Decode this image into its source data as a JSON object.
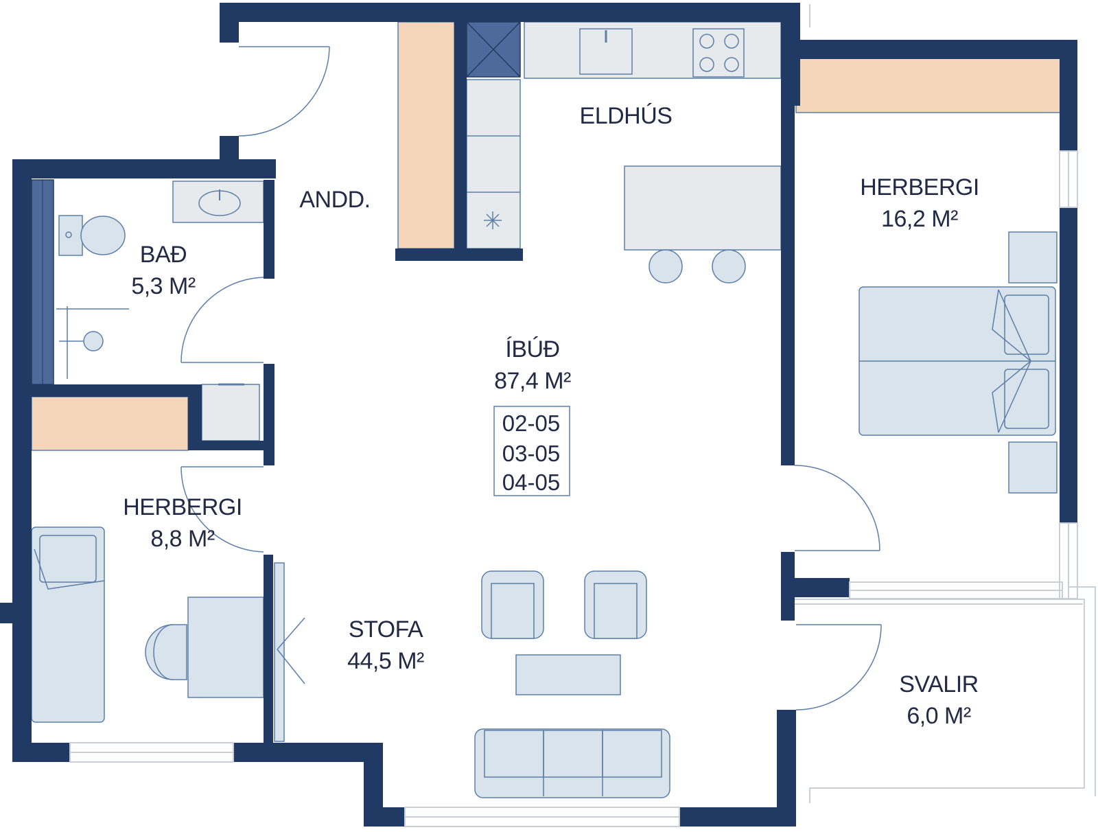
{
  "colors": {
    "wall": "#213a63",
    "furniture_fill": "#d8e3ec",
    "furniture_stroke": "#5c7ea9",
    "counter_fill": "#e7eaec",
    "closet_fill": "#f6d6bb",
    "text": "#222a44"
  },
  "apartment": {
    "title": "ÍBÚÐ",
    "area": "87,4 M²",
    "unit_codes": [
      "02-05",
      "03-05",
      "04-05"
    ]
  },
  "rooms": {
    "entry": {
      "name": "ANDD."
    },
    "kitchen": {
      "name": "ELDHÚS"
    },
    "bath": {
      "name": "BAÐ",
      "area": "5,3 M²"
    },
    "bedroom_large": {
      "name": "HERBERGI",
      "area": "16,2 M²"
    },
    "bedroom_small": {
      "name": "HERBERGI",
      "area": "8,8 M²"
    },
    "living": {
      "name": "STOFA",
      "area": "44,5 M²"
    },
    "balcony": {
      "name": "SVALIR",
      "area": "6,0 M²"
    }
  },
  "icons": [
    "sink-icon",
    "stove-icon",
    "toilet-icon",
    "shower-icon",
    "fridge-icon",
    "bed-icon",
    "sofa-icon",
    "armchair-icon",
    "door-swing-icon",
    "window-icon"
  ]
}
